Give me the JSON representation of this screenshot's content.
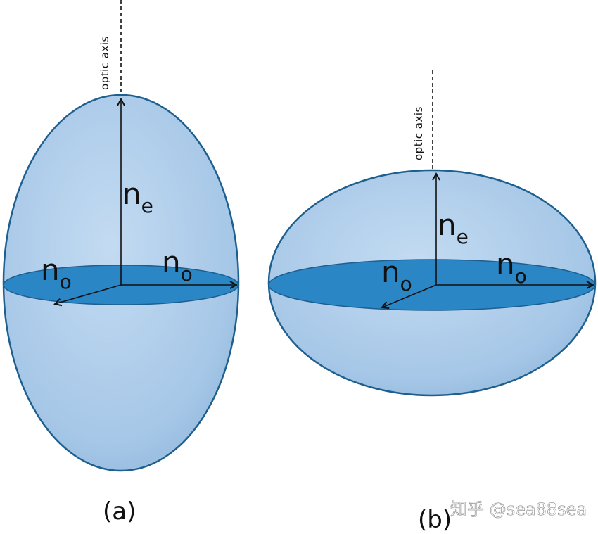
{
  "panel_a": {
    "axis_label": "optic axis",
    "n_e": {
      "base": "n",
      "sub": "e"
    },
    "n_o_left": {
      "base": "n",
      "sub": "o"
    },
    "n_o_right": {
      "base": "n",
      "sub": "o"
    },
    "caption": "(a)"
  },
  "panel_b": {
    "axis_label": "optic axis",
    "n_e": {
      "base": "n",
      "sub": "e"
    },
    "n_o_left": {
      "base": "n",
      "sub": "o"
    },
    "n_o_right": {
      "base": "n",
      "sub": "o"
    },
    "caption": "(b)"
  },
  "watermark": "知乎 @sea88sea",
  "colors": {
    "body_fill": "#a8c8e8",
    "equator_fill": "#2b86c6",
    "outline": "#1d5f8f",
    "arrow": "#111111"
  }
}
